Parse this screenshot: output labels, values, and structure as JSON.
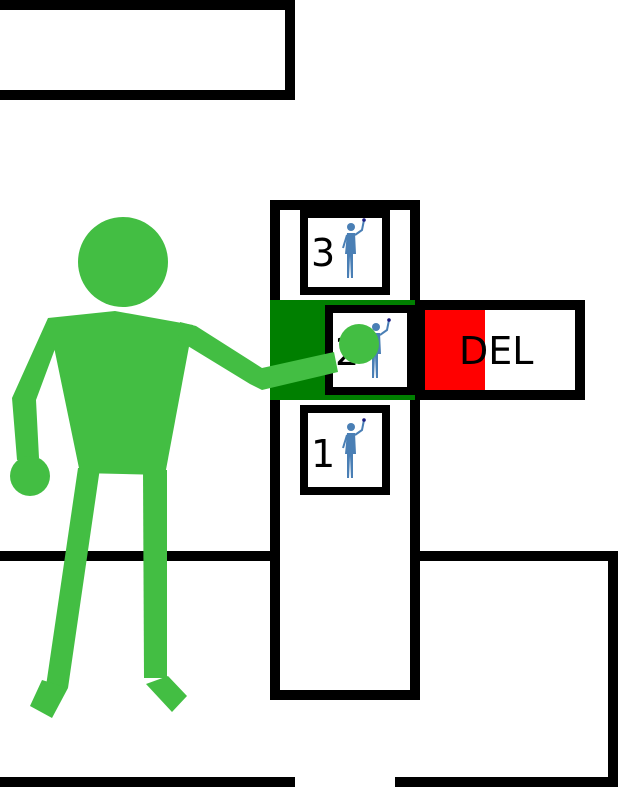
{
  "colors": {
    "figure": "#43be43",
    "button_active": "#007f00",
    "delete": "#ff0000",
    "outline": "#000000",
    "background": "#ffffff",
    "small_person": "#4a7fb5",
    "small_person_hand": "#1a1a80"
  },
  "elevator_buttons": [
    {
      "floor_label": "3",
      "state": "normal"
    },
    {
      "floor_label": "2",
      "state": "pressed"
    },
    {
      "floor_label": "1",
      "state": "normal"
    }
  ],
  "delete_button": {
    "label": "DEL"
  },
  "icons": {
    "main_figure": "standing-person-icon",
    "button_icon": "person-waving-icon"
  }
}
